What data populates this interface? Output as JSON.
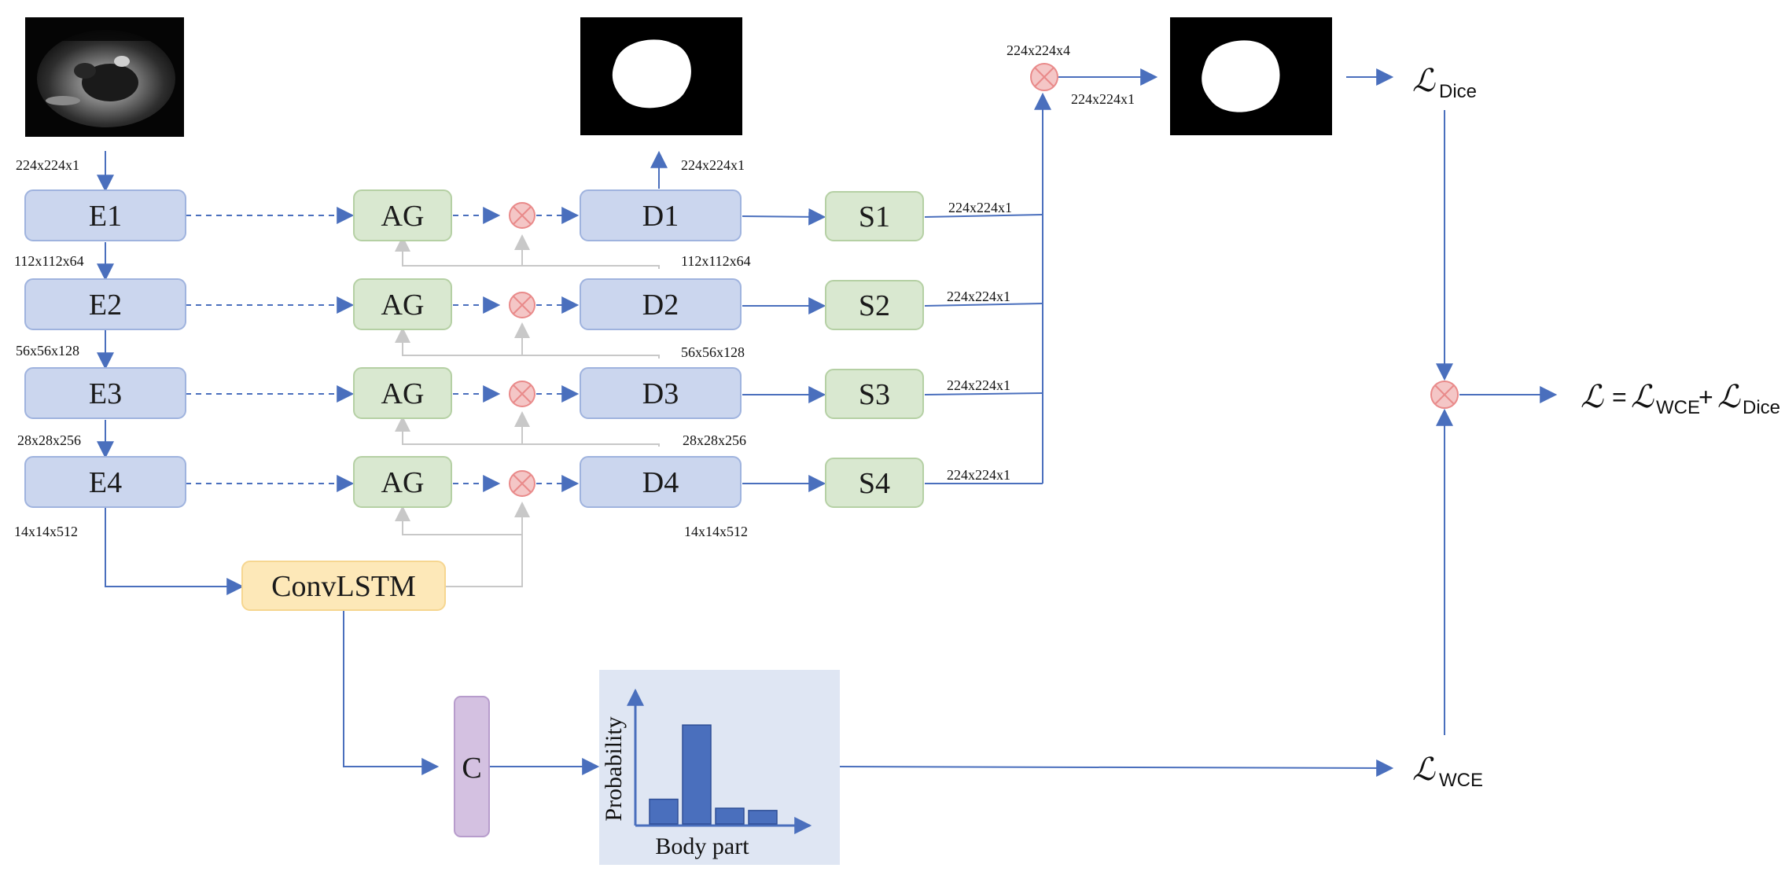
{
  "colors": {
    "blue_box_fill": "#cbd6ee",
    "blue_box_stroke": "#9fb3de",
    "green_box_fill": "#d9e8d0",
    "green_box_stroke": "#b5d0a4",
    "yellow_box_fill": "#fde8b8",
    "purple_box_fill": "#d4c1e1",
    "arrow_blue": "#4a6fbd",
    "arrow_gray": "#c8c8c8",
    "multiply_fill": "#f4c6c6",
    "multiply_stroke": "#e98a8a",
    "bar_fill": "#4a6fbd",
    "chart_panel": "#dfe6f3"
  },
  "encoder": [
    "E1",
    "E2",
    "E3",
    "E4"
  ],
  "attention": [
    "AG",
    "AG",
    "AG",
    "AG"
  ],
  "decoder": [
    "D1",
    "D2",
    "D3",
    "D4"
  ],
  "supervision": [
    "S1",
    "S2",
    "S3",
    "S4"
  ],
  "convlstm_label": "ConvLSTM",
  "classifier_label": "C",
  "dims": {
    "input": "224x224x1",
    "e1_e2": "112x112x64",
    "e2_e3": "56x56x128",
    "e3_e4": "28x28x256",
    "e4_out": "14x14x512",
    "d1_out": "224x224x1",
    "d1_in": "112x112x64",
    "d2_in": "56x56x128",
    "d3_in": "28x28x256",
    "d4_in": "14x14x512",
    "s1_out": "224x224x1",
    "s2_out": "224x224x1",
    "s3_out": "224x224x1",
    "s4_out": "224x224x1",
    "concat": "224x224x4",
    "fused_out": "224x224x1"
  },
  "chart_axes": {
    "ylabel": "Probability",
    "xlabel": "Body part"
  },
  "chart_data": {
    "type": "bar",
    "values": [
      0.22,
      0.88,
      0.14,
      0.12
    ],
    "ylim": [
      0,
      1
    ],
    "ylabel": "Probability",
    "xlabel": "Body part"
  },
  "losses": {
    "dice_symbol": "ℒ",
    "dice_sub": "Dice",
    "wce_symbol": "ℒ",
    "wce_sub": "WCE",
    "total_lhs": "ℒ",
    "total_eq": "=",
    "total_t1": "ℒ",
    "total_t1_sub": "WCE",
    "total_plus": "+",
    "total_t2": "ℒ",
    "total_t2_sub": "Dice"
  },
  "icons": {
    "multiply": "circled-times-icon",
    "input_image": "ultrasound-image",
    "mask": "segmentation-mask-image"
  }
}
